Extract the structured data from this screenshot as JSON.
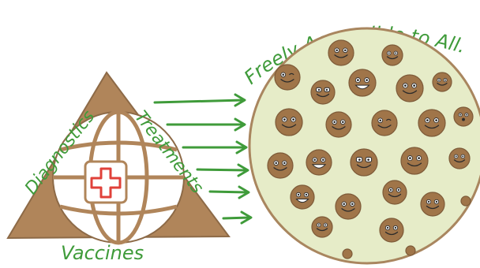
{
  "labels": {
    "left_side": "Diagnostics",
    "right_side": "Treatments",
    "bottom": "Vaccines",
    "headline": "Freely Accessible to All."
  },
  "icons": {
    "center": "red-cross-icon",
    "globe": "globe-icon",
    "arrows": "arrow-right-icon",
    "people": "smiley-face-icon"
  },
  "colors": {
    "triangle": "#b0855a",
    "globe_fill": "#ffffff",
    "cross": "#e0413a",
    "text_green": "#3f9b3a",
    "circle_fill": "#e6ecc8",
    "circle_stroke": "#a9865f",
    "face_fill": "#a07549"
  },
  "faces": [
    {
      "expr": "smile"
    },
    {
      "expr": "smile"
    },
    {
      "expr": "wink"
    },
    {
      "expr": "cool"
    },
    {
      "expr": "grin"
    },
    {
      "expr": "smile"
    },
    {
      "expr": "smile"
    },
    {
      "expr": "smile"
    },
    {
      "expr": "smile"
    },
    {
      "expr": "wink"
    },
    {
      "expr": "smile"
    },
    {
      "expr": "surprised"
    },
    {
      "expr": "smile"
    },
    {
      "expr": "grin"
    },
    {
      "expr": "cool"
    },
    {
      "expr": "smile"
    },
    {
      "expr": "smile"
    },
    {
      "expr": "grin"
    },
    {
      "expr": "smile"
    },
    {
      "expr": "smile"
    },
    {
      "expr": "smile"
    },
    {
      "expr": "smile"
    },
    {
      "expr": "smile"
    },
    {
      "expr": "smile"
    },
    {
      "expr": "smile"
    },
    {
      "expr": "smile"
    }
  ]
}
